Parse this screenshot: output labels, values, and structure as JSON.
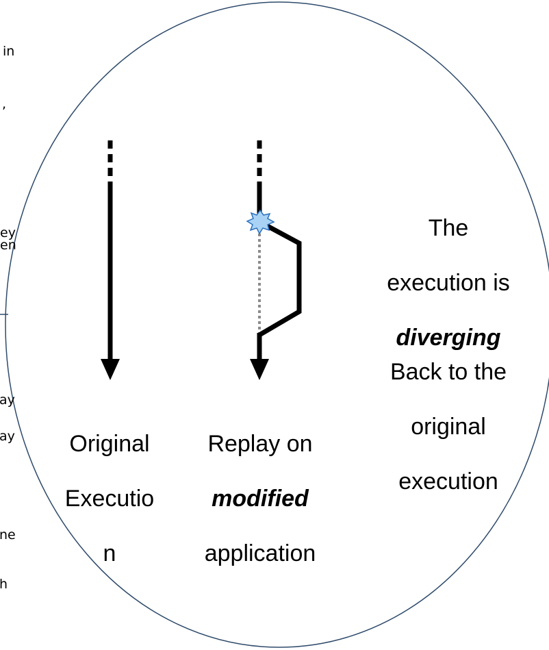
{
  "colors": {
    "ellipse_stroke": "#2e4a6b",
    "divider_stroke": "#2e4a6b",
    "arrow": "#000000",
    "dotted_path": "#8c8c8c",
    "burst_fill": "#a9d2f5",
    "burst_stroke": "#2a6fbd"
  },
  "left_fragments": [
    "in",
    ",",
    "ey",
    "en",
    "ay",
    "ay",
    "ne",
    "h"
  ],
  "left_label": {
    "line1": "Original",
    "line2": "Executio",
    "line3": "n"
  },
  "middle_label": {
    "line1": "Replay on",
    "line2": "modified",
    "line3": "application"
  },
  "right_text": {
    "line1": "The",
    "line2": "execution is",
    "line3": "diverging",
    "line4": "Back to the",
    "line5": "original",
    "line6": "execution"
  },
  "icons": {
    "divergence_point": "starburst-icon"
  }
}
